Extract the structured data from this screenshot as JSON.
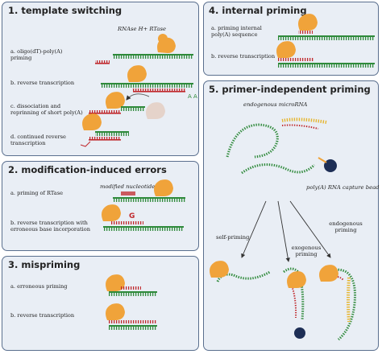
{
  "panels": {
    "p1": {
      "title": "1. template switching",
      "enzyme": "RNAse H+ RTase",
      "steps": {
        "a": "a. oligo(dT)-poly(A) priming",
        "b": "b. reverse transcription",
        "c": "c. dissociation and reprinning of short poly(A)",
        "d": "d. continued reverse transcription"
      }
    },
    "p2": {
      "title": "2. modification-induced errors",
      "modified": "modified nucleotide",
      "steps": {
        "a": "a. priming of RTase",
        "b": "b. reverse transcription with erroneous base incorporation"
      }
    },
    "p3": {
      "title": "3. mispriming",
      "steps": {
        "a": "a. erroneous priming",
        "b": "b. reverse transcription"
      }
    },
    "p4": {
      "title": "4. internal priming",
      "steps": {
        "a": "a. priming internal poly(A) sequence",
        "b": "b. reverse transcription"
      }
    },
    "p5": {
      "title": "5. primer-independent priming",
      "microrna": "endogenous microRNA",
      "bead": "poly(A) RNA capture bead",
      "self": "self-priming",
      "exo": "exogenous priming",
      "endo": "endogenous priming"
    }
  },
  "colors": {
    "panel_bg": "#e9eef5",
    "panel_border": "#5a6f8e",
    "rna": "#2f8a3b",
    "cdna": "#c0282c",
    "rtase": "#f0a33a",
    "bead": "#1d2e55",
    "microrna": "#e6b52e"
  }
}
